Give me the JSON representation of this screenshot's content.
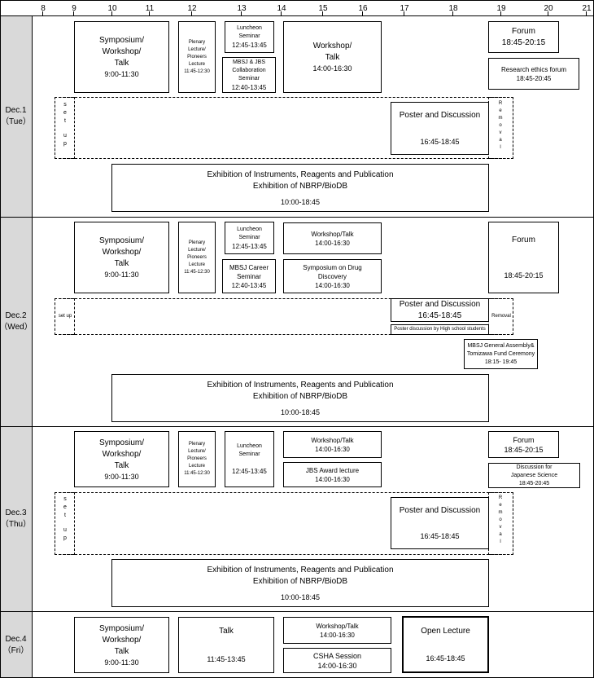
{
  "hours": [
    "8",
    "9",
    "10",
    "11",
    "12",
    "13",
    "14",
    "15",
    "16",
    "17",
    "18",
    "19",
    "20",
    "21"
  ],
  "days": [
    {
      "label": "Dec.1",
      "weekday": "（Tue）"
    },
    {
      "label": "Dec.2",
      "weekday": "（Wed）"
    },
    {
      "label": "Dec.3",
      "weekday": "（Thu）"
    },
    {
      "label": "Dec.4",
      "weekday": "（Fri）"
    }
  ],
  "d1": {
    "symposium": {
      "title": "Symposium/\nWorkshop/\nTalk",
      "time": "9:00-11:30"
    },
    "plenary": {
      "title": "Plenary\nLecture/\nPioneers\nLecture",
      "time": "11:45-12:30"
    },
    "luncheon": {
      "title": "Luncheon\nSeminar",
      "time": "12:45-13:45"
    },
    "collab": {
      "title": "MBSJ & JBS\nCollaboration\nSeminar",
      "time": "12:40-13:45"
    },
    "workshop": {
      "title": "Workshop/\nTalk",
      "time": "14:00-16:30"
    },
    "forum": {
      "title": "Forum",
      "time": "18:45-20:15"
    },
    "ethics": {
      "title": "Research ethics forum",
      "time": "18:45-20:45"
    },
    "setup": [
      "s",
      "e",
      "t",
      "",
      "u",
      "p"
    ],
    "remove": [
      "R",
      "e",
      "m",
      "o",
      "v",
      "a",
      "l"
    ],
    "poster": {
      "title": "Poster and Discussion",
      "time": "16:45-18:45"
    },
    "exhibition": {
      "line1": "Exhibition of Instruments, Reagents and Publication",
      "line2": "Exhibition of NBRP/BioDB",
      "time": "10:00-18:45"
    }
  },
  "d2": {
    "symposium": {
      "title": "Symposium/\nWorkshop/\nTalk",
      "time": "9:00-11:30"
    },
    "plenary": {
      "title": "Plenary\nLecture/\nPioneers\nLecture",
      "time": "11:45-12:30"
    },
    "luncheon": {
      "title": "Luncheon\nSeminar",
      "time": "12:45-13:45"
    },
    "career": {
      "title": "MBSJ Career\nSeminar",
      "time": "12:40-13:45"
    },
    "workshop": {
      "title": "Workshop/Talk",
      "time": "14:00-16:30"
    },
    "drug": {
      "title": "Symposium on Drug\nDiscovery",
      "time": "14:00-16:30"
    },
    "forum": {
      "title": "Forum",
      "time": "18:45-20:15"
    },
    "setup": "set up",
    "remove": "Removal",
    "poster": {
      "title": "Poster and Discussion",
      "time": "16:45-18:45"
    },
    "highschool": "Poster discussion  by High school students",
    "assembly": {
      "title": "MBSJ General Assembly&\nTomizawa Fund Ceremony",
      "time": "18:15- 19:45"
    },
    "exhibition": {
      "line1": "Exhibition of Instruments, Reagents and Publication",
      "line2": "Exhibition of NBRP/BioDB",
      "time": "10:00-18:45"
    }
  },
  "d3": {
    "symposium": {
      "title": "Symposium/\nWorkshop/\nTalk",
      "time": "9:00-11:30"
    },
    "plenary": {
      "title": "Plenary\nLecture/\nPioneers\nLecture",
      "time": "11:45-12:30"
    },
    "luncheon": {
      "title": "Luncheon\nSeminar",
      "time": "12:45-13:45"
    },
    "workshop": {
      "title": "Workshop/Talk",
      "time": "14:00-16:30"
    },
    "jbs": {
      "title": "JBS Award lecture",
      "time": "14:00-16:30"
    },
    "forum": {
      "title": "Forum",
      "time": "18:45-20:15"
    },
    "discussion": {
      "title": "Discussion for\nJapanese Science",
      "time": "18:45-20:45"
    },
    "setup": [
      "s",
      "e",
      "t",
      "",
      "u",
      "p"
    ],
    "remove": [
      "R",
      "e",
      "m",
      "o",
      "v",
      "a",
      "l"
    ],
    "poster": {
      "title": "Poster and Discussion",
      "time": "16:45-18:45"
    },
    "exhibition": {
      "line1": "Exhibition of Instruments, Reagents and Publication",
      "line2": "Exhibition of NBRP/BioDB",
      "time": "10:00-18:45"
    }
  },
  "d4": {
    "symposium": {
      "title": "Symposium/\nWorkshop/\nTalk",
      "time": "9:00-11:30"
    },
    "talk": {
      "title": "Talk",
      "time": "11:45-13:45"
    },
    "workshop": {
      "title": "Workshop/Talk",
      "time": "14:00-16:30"
    },
    "csha": {
      "title": "CSHA Session",
      "time": "14:00-16:30"
    },
    "open": {
      "title": "Open Lecture",
      "time": "16:45-18:45"
    }
  }
}
